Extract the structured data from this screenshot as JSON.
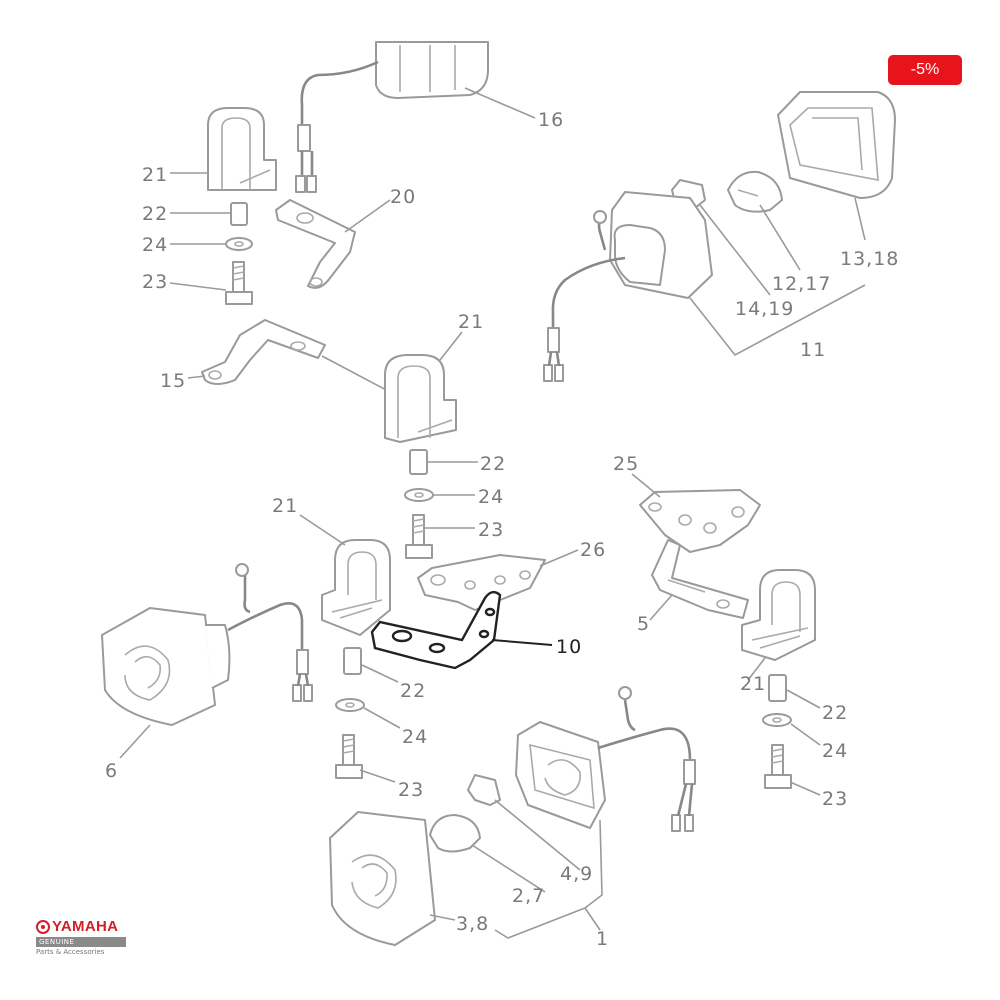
{
  "badge": {
    "text": "-5%",
    "color": "#e8141b"
  },
  "brand": {
    "name": "YAMAHA",
    "sub": "GENUINE",
    "caption": "Parts & Accessories",
    "color": "#d21f2a"
  },
  "diagram": {
    "highlight_color": "#222222",
    "callouts": {
      "c16": "16",
      "c20": "20",
      "c21a": "21",
      "c22a": "22",
      "c24a": "24",
      "c23a": "23",
      "c15": "15",
      "c21b": "21",
      "c22b": "22",
      "c24b": "24",
      "c23b": "23",
      "c21c": "21",
      "c26": "26",
      "c10": "10",
      "c6": "6",
      "c22c": "22",
      "c24c": "24",
      "c23c": "23",
      "c25": "25",
      "c5": "5",
      "c21d": "21",
      "c22d": "22",
      "c24d": "24",
      "c23d": "23",
      "c13_18": "13,18",
      "c12_17": "12,17",
      "c14_19": "14,19",
      "c11": "11",
      "c4_9": "4,9",
      "c2_7": "2,7",
      "c3_8": "3,8",
      "c1": "1"
    }
  }
}
